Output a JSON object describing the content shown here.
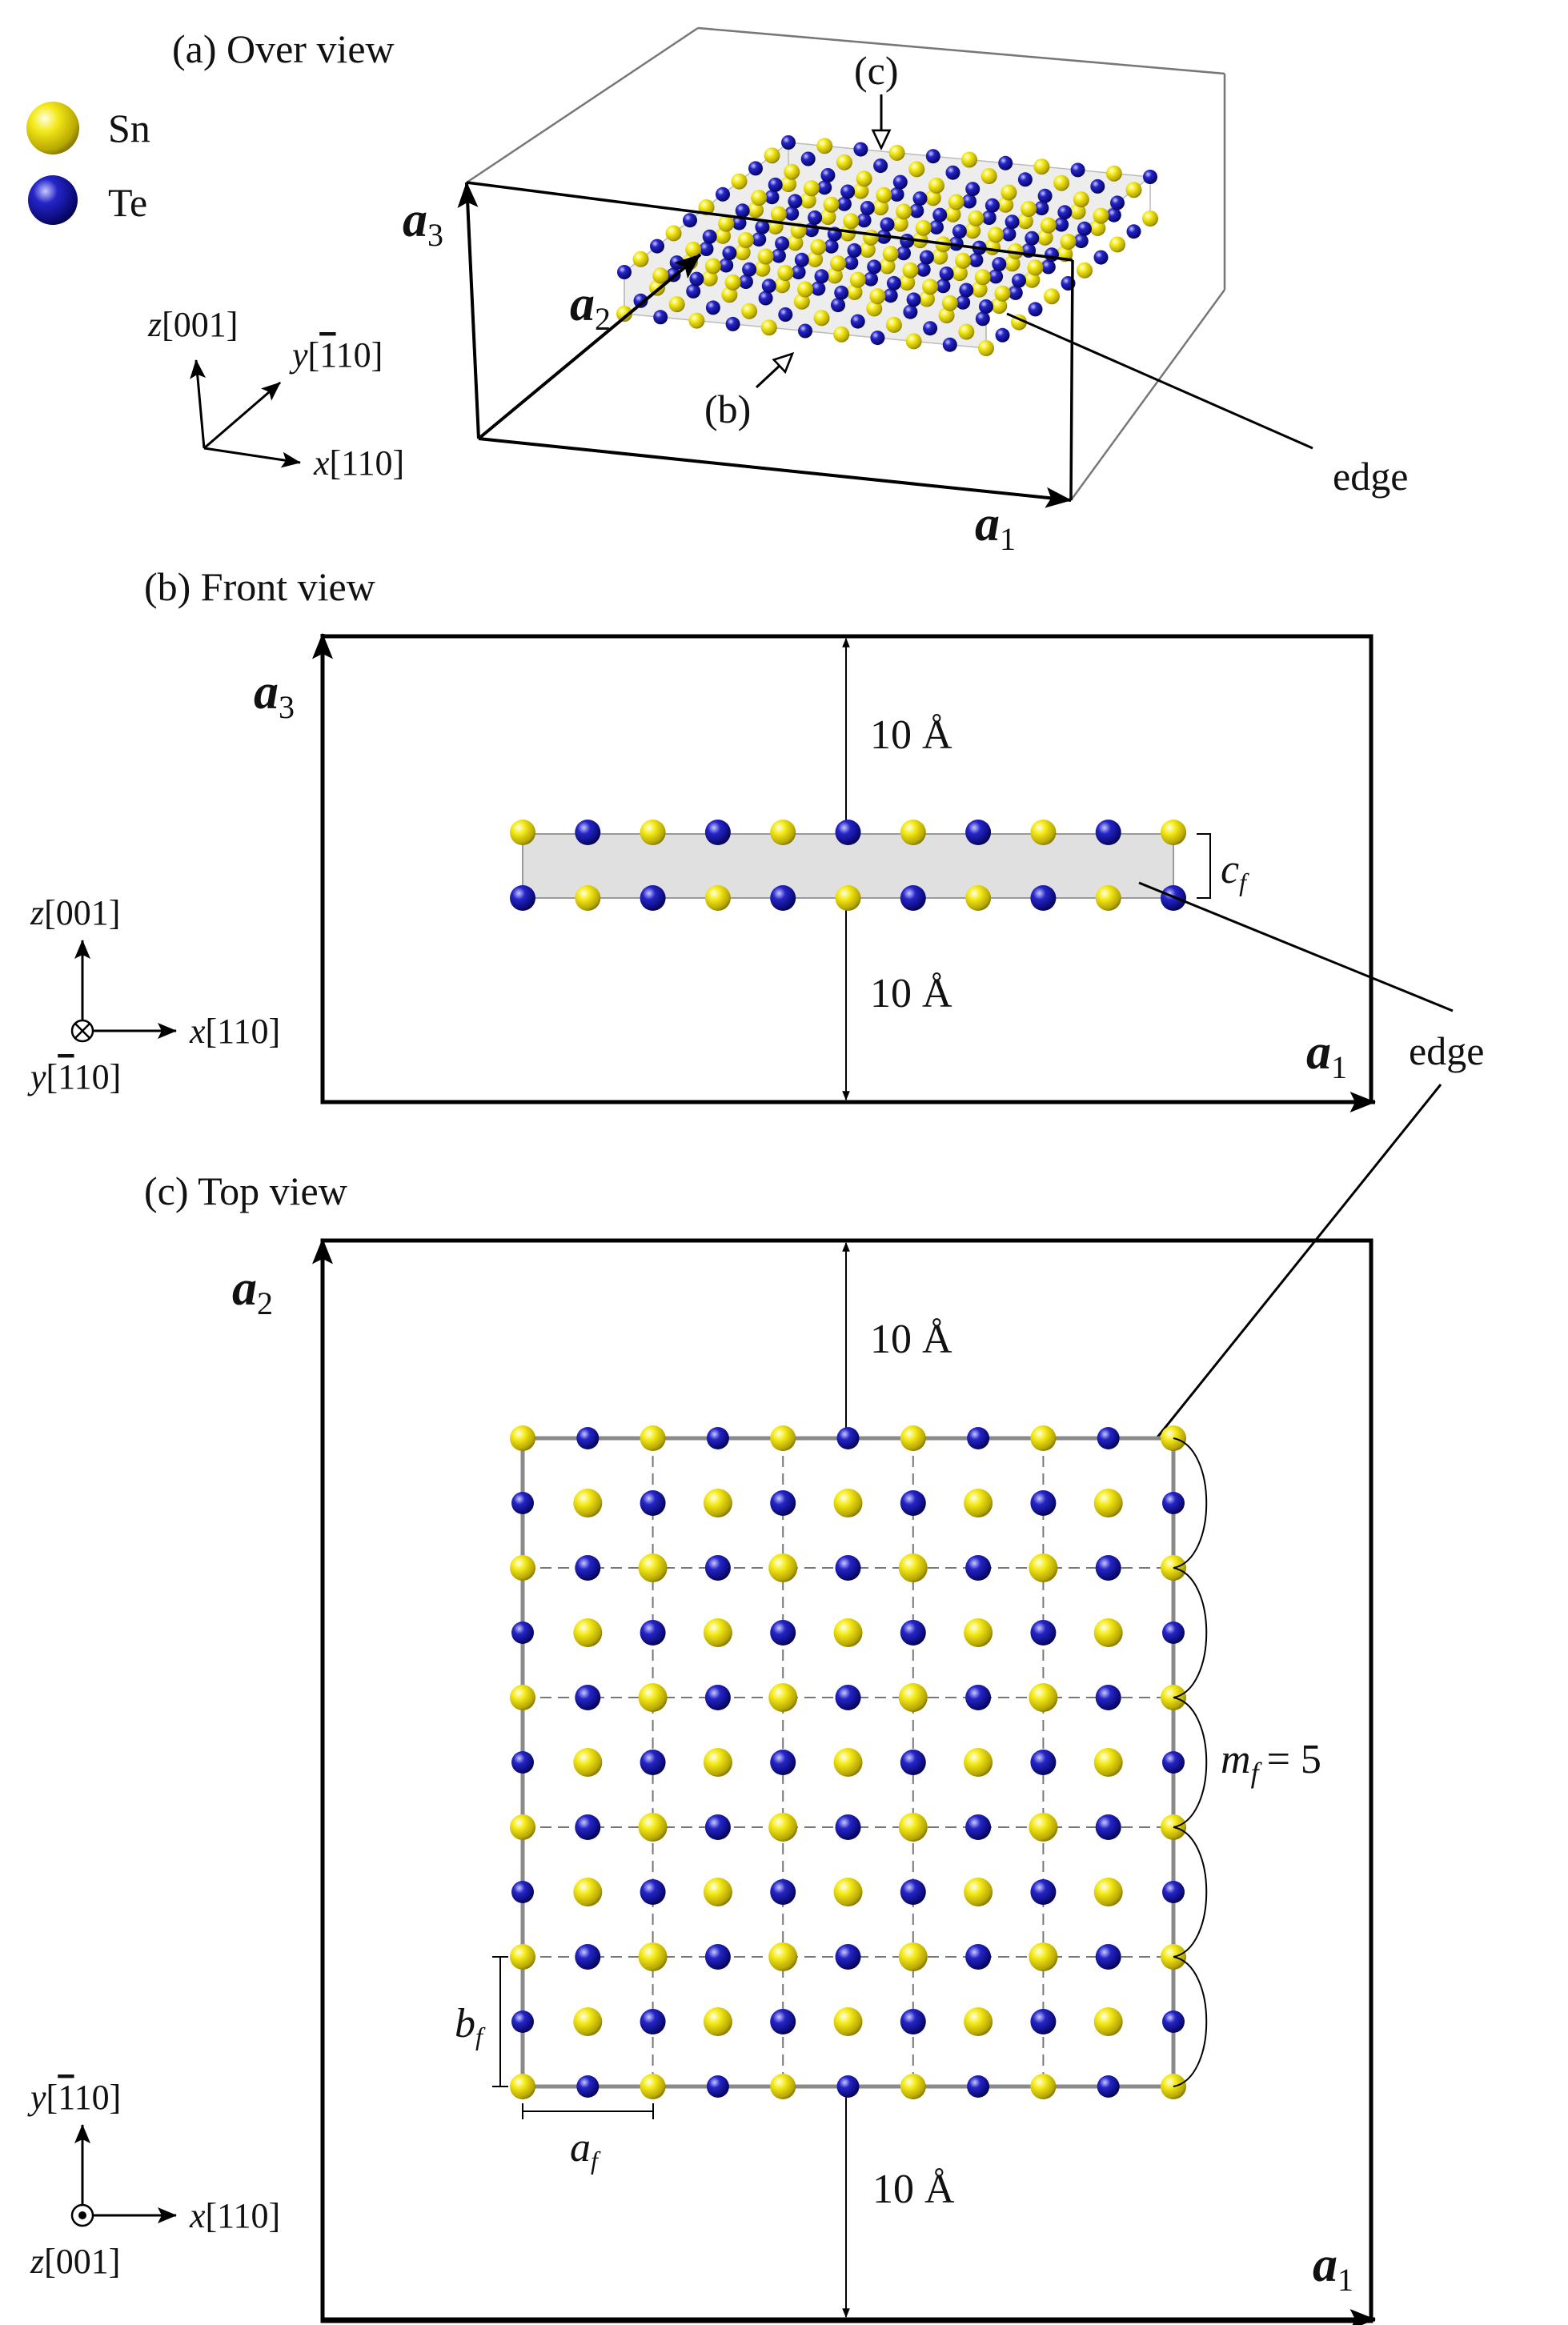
{
  "legend": {
    "species": [
      {
        "symbol": "Sn",
        "color": "#f2e600"
      },
      {
        "symbol": "Te",
        "color": "#1a1ab8"
      }
    ]
  },
  "panels": {
    "a": {
      "title": "(a) Over view"
    },
    "b": {
      "title": "(b) Front view"
    },
    "c": {
      "title": "(c) Top view"
    }
  },
  "vectors": {
    "a1": {
      "base": "a",
      "sub": "1"
    },
    "a2": {
      "base": "a",
      "sub": "2"
    },
    "a3": {
      "base": "a",
      "sub": "3"
    }
  },
  "axes": {
    "x": {
      "var": "x",
      "dir": "[110]"
    },
    "y": {
      "var": "y",
      "dir": "[̄110]"
    },
    "y_plain": "[110]",
    "z": {
      "var": "z",
      "dir": "[001]"
    }
  },
  "markers": {
    "b": "(b)",
    "c": "(c)"
  },
  "labels": {
    "edge": "edge",
    "vacuum": "10 Å",
    "cf": {
      "base": "c",
      "sub": "f"
    },
    "af": {
      "base": "a",
      "sub": "f"
    },
    "bf": {
      "base": "b",
      "sub": "f"
    },
    "mf": {
      "base": "m",
      "sub": "f",
      "value": "= 5"
    }
  },
  "structure": {
    "atoms_per_row": 11,
    "rows_top_view": 11,
    "layers_front_view": 2,
    "period_count": 5
  }
}
